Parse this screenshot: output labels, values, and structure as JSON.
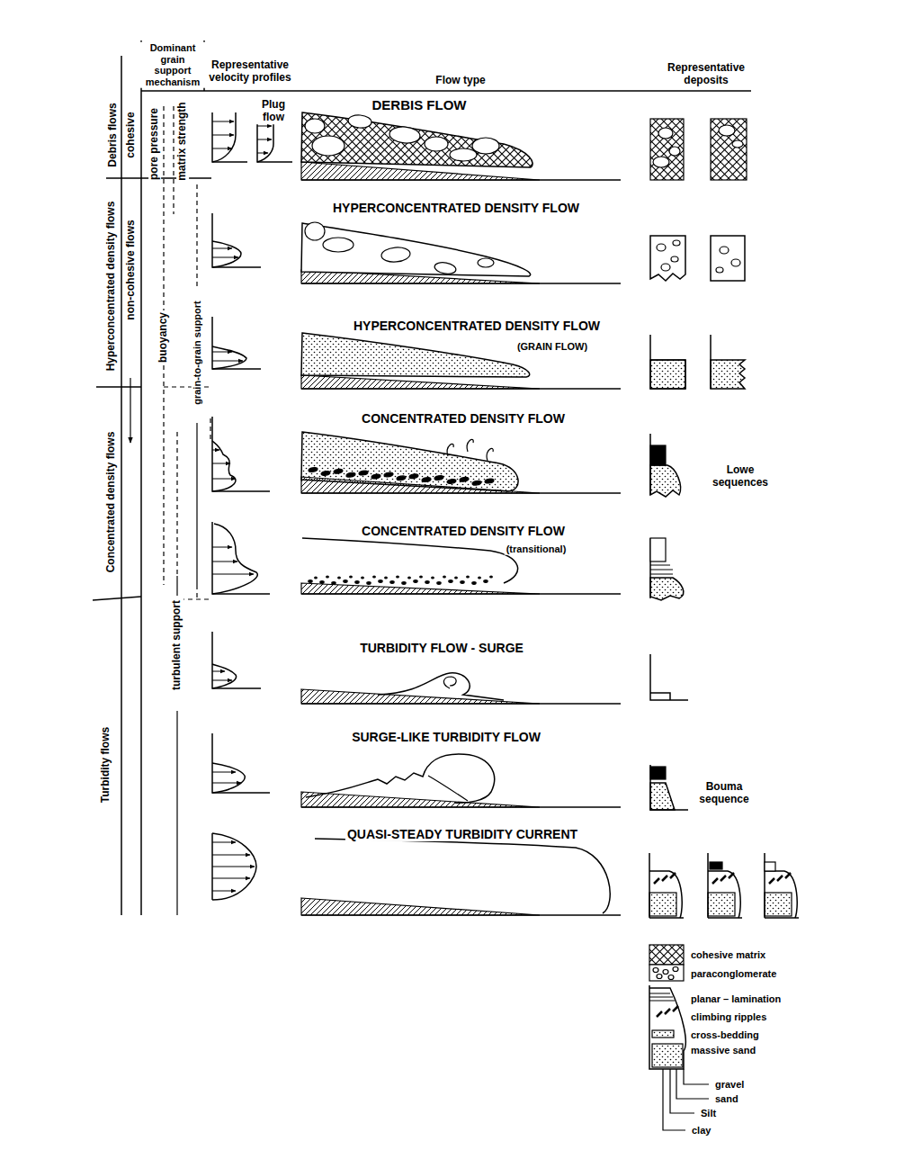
{
  "diagram": {
    "labels": [
      "Dominant grain support mechanism",
      "Representative velocity profiles",
      "Flow type",
      "Representative deposits",
      "Debris flows",
      "cohesive",
      "pore pressure",
      "matrix strength",
      "Hyperconcentrated density flows",
      "non-cohesive flows",
      "buoyancy",
      "grain-to-grain support",
      "Concentrated density flows",
      "turbulent support",
      "Turbidity flows",
      "Plug flow",
      "DERBIS FLOW",
      "HYPERCONCENTRATED DENSITY FLOW",
      "HYPERCONCENTRATED DENSITY FLOW",
      "(GRAIN FLOW)",
      "CONCENTRATED DENSITY FLOW",
      "CONCENTRATED DENSITY FLOW",
      "(transitional)",
      "TURBIDITY FLOW - SURGE",
      "SURGE-LIKE TURBIDITY FLOW",
      "QUASI-STEADY TURBIDITY CURRENT",
      "Lowe sequences",
      "Bouma sequence",
      "gravel",
      "sand",
      "Silt",
      "clay"
    ],
    "legend": [
      {
        "text": "cohesive matrix"
      },
      {
        "text": "paraconglomerate"
      },
      {
        "text": "planar – lamination"
      },
      {
        "text": "climbing ripples"
      },
      {
        "text": "cross-bedding"
      },
      {
        "text": "massive sand"
      }
    ]
  }
}
